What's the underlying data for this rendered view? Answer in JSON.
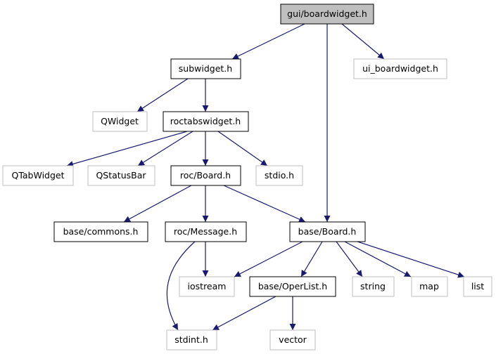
{
  "colors": {
    "edge": "#191970",
    "node_border_known": "#000000",
    "node_border_external": "#bfbfbf",
    "node_fill_root": "#bfbfbf",
    "node_fill": "#ffffff",
    "text": "#000000"
  },
  "nodes": {
    "gui_boardwidget_h": "gui/boardwidget.h",
    "subwidget_h": "subwidget.h",
    "ui_boardwidget_h": "ui_boardwidget.h",
    "qwidget": "QWidget",
    "roctabswidget_h": "roctabswidget.h",
    "qtabwidget": "QTabWidget",
    "qstatusbar": "QStatusBar",
    "roc_board_h": "roc/Board.h",
    "stdio_h": "stdio.h",
    "base_commons_h": "base/commons.h",
    "roc_message_h": "roc/Message.h",
    "base_board_h": "base/Board.h",
    "iostream": "iostream",
    "base_operlist_h": "base/OperList.h",
    "string": "string",
    "map": "map",
    "list": "list",
    "stdint_h": "stdint.h",
    "vector": "vector"
  }
}
